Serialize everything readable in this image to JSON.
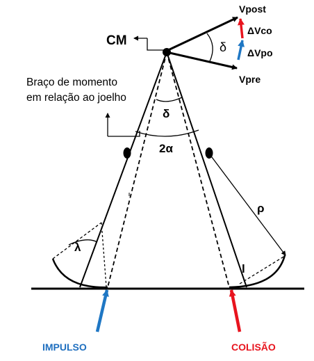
{
  "labels": {
    "cm": "CM",
    "vpost": "Vpost",
    "vpre": "Vpre",
    "dvco": "ΔVco",
    "dvpo": "ΔVpo",
    "delta_top": "δ",
    "delta_mid": "δ",
    "two_alpha": "2α",
    "lambda": "λ",
    "rho": "ρ",
    "l": "l",
    "moment_arm_line1": "Braço de momento",
    "moment_arm_line2": "em relação ao joelho",
    "impulse": "IMPULSO",
    "collision": "COLISÃO"
  },
  "colors": {
    "lines": "#000000",
    "impulse": "#1f77c4",
    "collision": "#e8141e",
    "dvco_arrow": "#e8141e",
    "dvpo_arrow": "#1f77c4",
    "impulse_text": "#1f6fbf",
    "collision_text": "#e8141e"
  }
}
